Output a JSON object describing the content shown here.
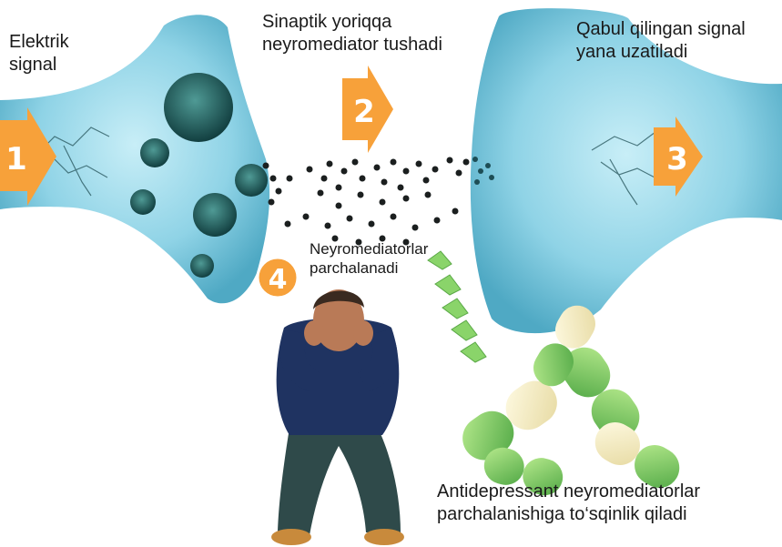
{
  "labels": {
    "electric_signal": [
      "Elektrik",
      "signal"
    ],
    "neurotransmitter_released": [
      "Sinaptik yoriqqa",
      "neyromediator tushadi"
    ],
    "signal_received": [
      "Qabul qilingan signal",
      "yana uzatiladi"
    ],
    "neurotransmitters_broken_down": [
      "Neyromediatorlar",
      "parchalanadi"
    ],
    "antidepressant_effect": [
      "Antidepressant neyromediatorlar",
      "parchalanishiga to‘sqinlik qiladi"
    ]
  },
  "steps": [
    "1",
    "2",
    "3",
    "4"
  ],
  "colors": {
    "neuron": "#8fd3e6",
    "neuron_dark": "#4fa9c4",
    "arrow_orange": "#f7a13a",
    "vesicle": "#1f6b6b",
    "molecule": "#1b1f1f",
    "pill_green": "#7cc96a",
    "pill_cream": "#f3ecc6",
    "green_arrow": "#8ad46a"
  },
  "icons": [
    "step-arrow-icon",
    "vesicle-icon",
    "molecule-icon",
    "capsule-icon",
    "green-arrow-icon",
    "person-icon"
  ]
}
